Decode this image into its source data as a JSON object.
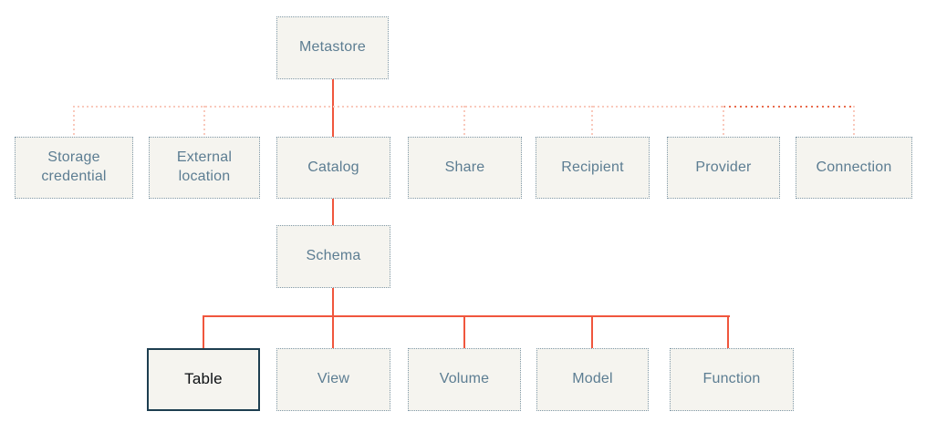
{
  "diagram": {
    "nodes": {
      "metastore": {
        "label": "Metastore"
      },
      "storage_credential": {
        "label": "Storage credential"
      },
      "external_location": {
        "label": "External location"
      },
      "catalog": {
        "label": "Catalog"
      },
      "share": {
        "label": "Share"
      },
      "recipient": {
        "label": "Recipient"
      },
      "provider": {
        "label": "Provider"
      },
      "connection": {
        "label": "Connection"
      },
      "schema": {
        "label": "Schema"
      },
      "table": {
        "label": "Table",
        "highlighted": true
      },
      "view": {
        "label": "View"
      },
      "volume": {
        "label": "Volume"
      },
      "model": {
        "label": "Model"
      },
      "function": {
        "label": "Function"
      }
    },
    "edges": [
      {
        "from": "metastore",
        "to": "storage_credential",
        "style": "dashed"
      },
      {
        "from": "metastore",
        "to": "external_location",
        "style": "dashed"
      },
      {
        "from": "metastore",
        "to": "catalog",
        "style": "solid"
      },
      {
        "from": "metastore",
        "to": "share",
        "style": "dashed"
      },
      {
        "from": "metastore",
        "to": "recipient",
        "style": "dashed"
      },
      {
        "from": "metastore",
        "to": "provider",
        "style": "dashed"
      },
      {
        "from": "metastore",
        "to": "connection",
        "style": "dotted"
      },
      {
        "from": "catalog",
        "to": "schema",
        "style": "solid"
      },
      {
        "from": "schema",
        "to": "table",
        "style": "solid"
      },
      {
        "from": "schema",
        "to": "view",
        "style": "solid"
      },
      {
        "from": "schema",
        "to": "volume",
        "style": "solid"
      },
      {
        "from": "schema",
        "to": "model",
        "style": "solid"
      },
      {
        "from": "schema",
        "to": "function",
        "style": "solid"
      }
    ],
    "colors": {
      "background": "#ffffff",
      "box_fill": "#f5f4ef",
      "box_border": "#8099a8",
      "box_text": "#5c7d92",
      "highlight_border": "#1d3e50",
      "highlight_text": "#0c0f12",
      "solid_line": "#f0563d",
      "dashed_line": "#f9c9bc",
      "dotted_line": "#e96b4c"
    }
  }
}
